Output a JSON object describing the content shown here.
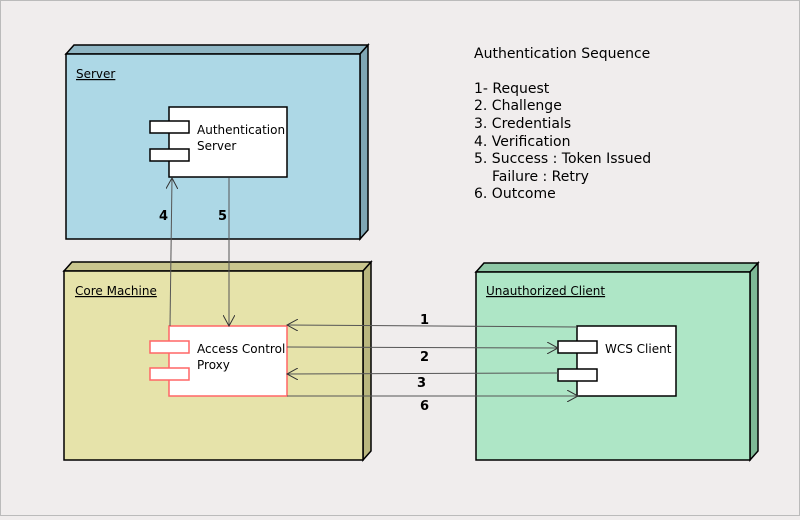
{
  "legend": {
    "title": "Authentication Sequence",
    "lines": [
      "1- Request",
      "2. Challenge",
      "3. Credentials",
      "4. Verification",
      "5. Success : Token Issued",
      "Failure : Retry",
      "6. Outcome"
    ]
  },
  "nodes": {
    "server": {
      "label": "Server",
      "fill": "#add8e6"
    },
    "core": {
      "label": "Core Machine",
      "fill": "#e6e3aa"
    },
    "client": {
      "label": "Unauthorized Client",
      "fill": "#aee6c6"
    }
  },
  "components": {
    "auth_server": {
      "line1": "Authentication",
      "line2": "Server"
    },
    "proxy": {
      "line1": "Access Control",
      "line2": "Proxy",
      "border": "#ff6666"
    },
    "wcs": {
      "line1": "WCS Client"
    }
  },
  "arrows": {
    "a1": "1",
    "a2": "2",
    "a3": "3",
    "a4": "4",
    "a5": "5",
    "a6": "6"
  }
}
